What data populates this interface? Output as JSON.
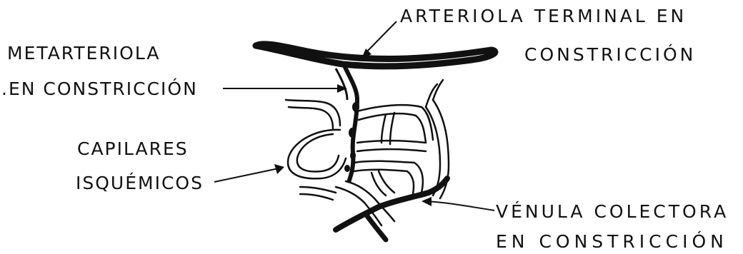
{
  "labels": {
    "arteriola_line1": "ARTERIOLA TERMINAL EN",
    "arteriola_line2": "CONSTRICCIÓN",
    "metarteriola_line1": "METARTERIOLA",
    "metarteriola_line2": ".EN CONSTRICCIÓN",
    "capilares_line1": "CAPILARES",
    "capilares_line2": "ISQUÉMICOS",
    "venula_line1": "VÉNULA COLECTORA",
    "venula_line2": "EN CONSTRICCIÓN"
  },
  "colors": {
    "ink": "#111111",
    "paper": "#ffffff"
  }
}
